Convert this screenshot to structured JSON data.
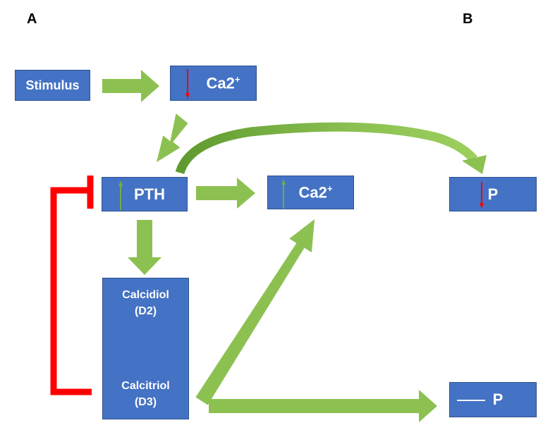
{
  "panels": {
    "a": "A",
    "b": "B"
  },
  "nodes": {
    "stimulus": "Stimulus",
    "ca_low": {
      "base": "Ca2",
      "sup": "+"
    },
    "pth": "PTH",
    "ca_high": {
      "base": "Ca2",
      "sup": "+"
    },
    "p_low": "P",
    "calcidiol": {
      "name": "Calcidiol",
      "sub": "(D2)"
    },
    "calcitriol": {
      "name": "Calcitriol",
      "sub": "(D3)"
    },
    "p_unchanged": "P"
  },
  "colors": {
    "box": "#4472c4",
    "arrow": "#8cc152",
    "inhibit": "#ff0000",
    "down": "#ff0000",
    "up": "#70ad47"
  }
}
